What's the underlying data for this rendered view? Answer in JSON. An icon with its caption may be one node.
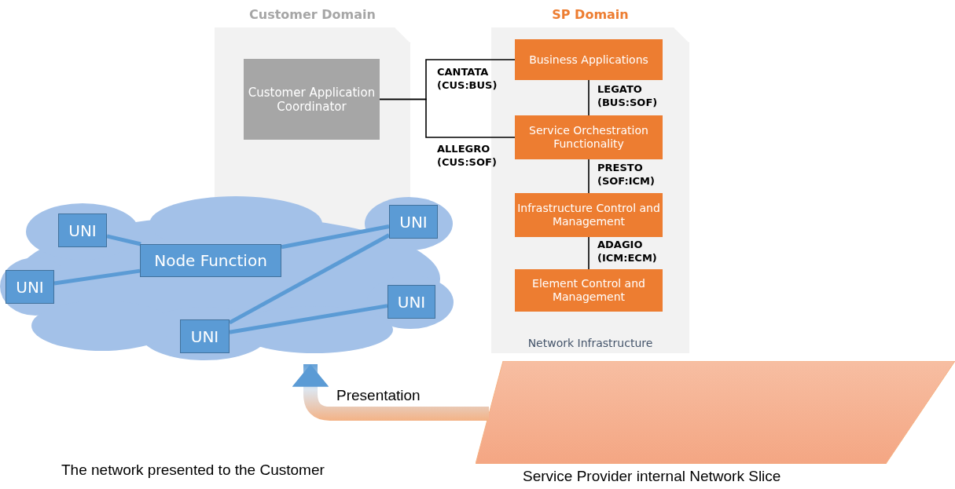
{
  "diagram": {
    "nodes": [
      {
        "text": [
          "Customer Domain"
        ]
      },
      {
        "text": [
          "Customer Application Coordinator"
        ],
        "in": 0
      },
      {
        "text": [
          "SP Domain",
          "Network Infrastructure"
        ]
      },
      {
        "text": [
          "Business Applications"
        ],
        "in": 2
      },
      {
        "text": [
          "Service Orchestration Functionality"
        ],
        "in": 2
      },
      {
        "text": [
          "Infrastructure Control and Management"
        ],
        "in": 2
      },
      {
        "text": [
          "Element Control and Management"
        ],
        "in": 2
      },
      {
        "text": [],
        "shape": "cloud"
      },
      {
        "text": [
          "UNI"
        ],
        "in": 7
      },
      {
        "text": [
          "UNI"
        ],
        "in": 7
      },
      {
        "text": [
          "Node Function"
        ],
        "in": 7
      },
      {
        "text": [
          "UNI"
        ],
        "in": 7
      },
      {
        "text": [
          "UNI"
        ],
        "in": 7
      },
      {
        "text": [
          "UNI"
        ],
        "in": 7
      },
      {
        "text": [],
        "shape": "parallelogram"
      }
    ],
    "edges": [
      {
        "from": 1,
        "to": 3,
        "arrow": "none",
        "label": "CANTATA (CUS:BUS)"
      },
      {
        "from": 1,
        "to": 4,
        "arrow": "none",
        "label": "ALLEGRO (CUS:SOF)"
      },
      {
        "from": 3,
        "to": 4,
        "arrow": "none",
        "label": "LEGATO (BUS:SOF)"
      },
      {
        "from": 4,
        "to": 5,
        "arrow": "none",
        "label": "PRESTO (SOF:ICM)"
      },
      {
        "from": 5,
        "to": 6,
        "arrow": "none",
        "label": "ADAGIO (ICM:ECM)"
      },
      {
        "from": 8,
        "to": 10,
        "arrow": "none",
        "style": "thick",
        "color": "#5b9bd5"
      },
      {
        "from": 11,
        "to": 10,
        "arrow": "none",
        "style": "thick",
        "color": "#5b9bd5"
      },
      {
        "from": 10,
        "to": 9,
        "arrow": "none",
        "style": "thick",
        "color": "#5b9bd5"
      },
      {
        "from": 13,
        "to": 9,
        "arrow": "none",
        "style": "thick",
        "color": "#5b9bd5"
      },
      {
        "from": 13,
        "to": 12,
        "arrow": "none",
        "style": "thick",
        "color": "#5b9bd5"
      },
      {
        "from": 14,
        "to": 7,
        "arrow": "to",
        "label": "Presentation",
        "style": "thick"
      }
    ],
    "labels": [
      "The network presented to the Customer",
      "Service Provider internal Network Slice"
    ]
  }
}
